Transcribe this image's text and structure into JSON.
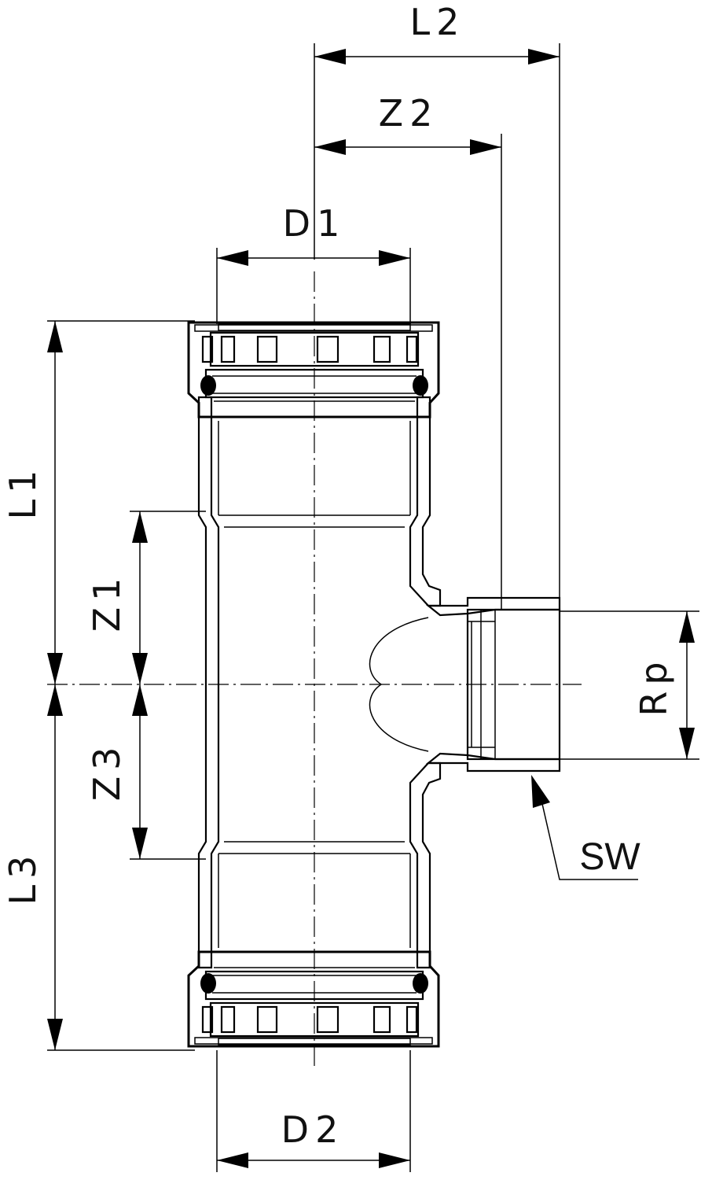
{
  "drawing": {
    "labels": {
      "L1": "L1",
      "L2": "L2",
      "L3": "L3",
      "Z1": "Z1",
      "Z2": "Z2",
      "Z3": "Z3",
      "D1": "D1",
      "D2": "D2",
      "Rp": "Rp",
      "SW": "SW"
    }
  }
}
